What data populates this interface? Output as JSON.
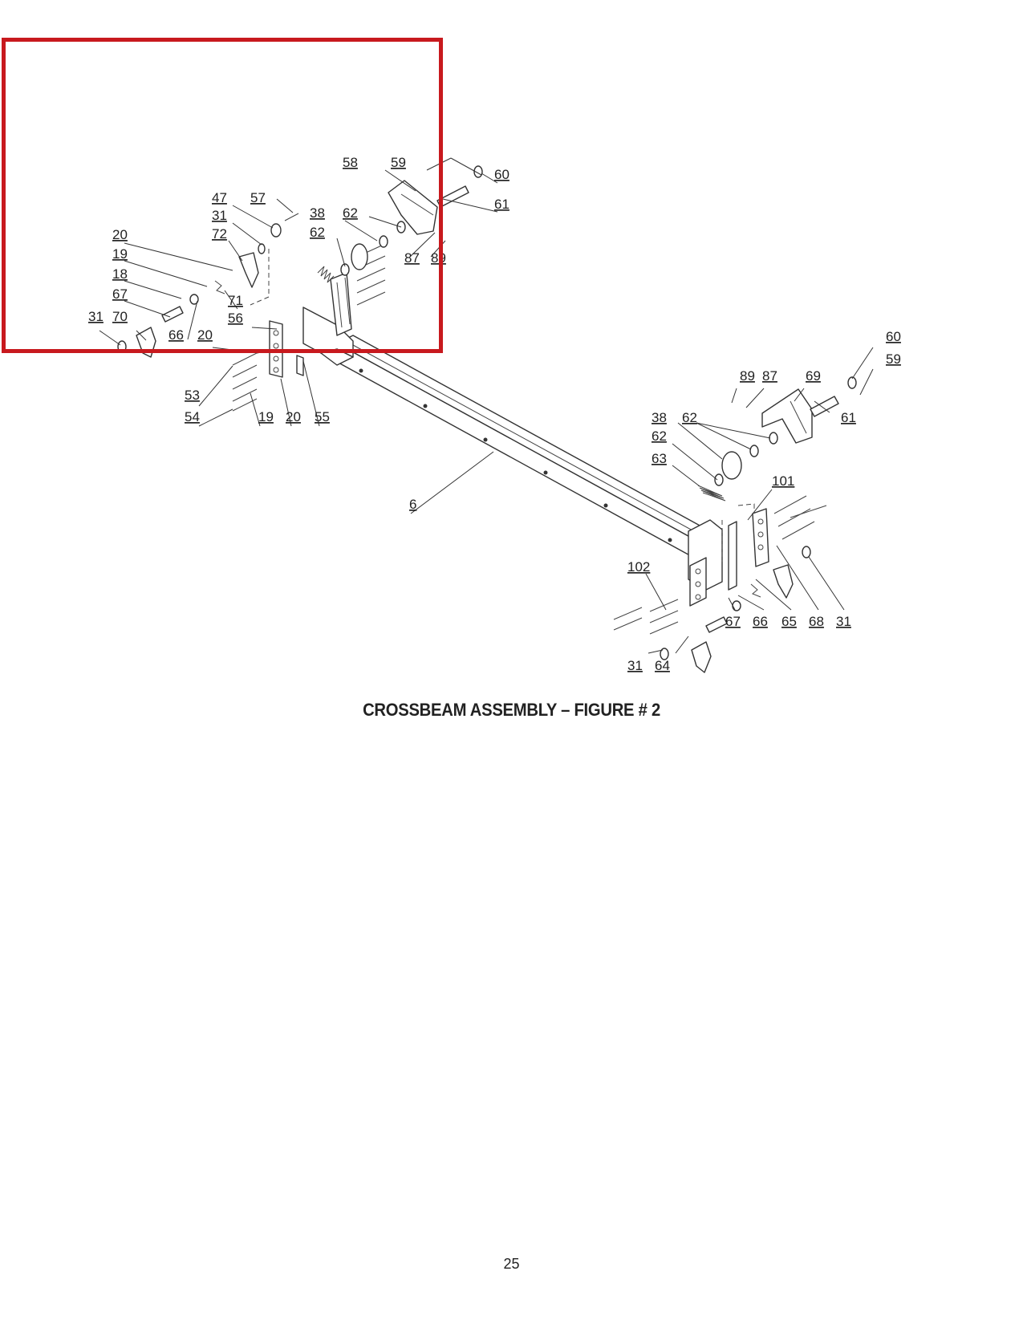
{
  "figure": {
    "title": "CROSSBEAM ASSEMBLY – FIGURE # 2",
    "page_number": "25"
  },
  "highlight": {
    "color": "#c8191e"
  },
  "callouts": [
    {
      "id": "c-58",
      "label": "58"
    },
    {
      "id": "c-59a",
      "label": "59"
    },
    {
      "id": "c-60a",
      "label": "60"
    },
    {
      "id": "c-61a",
      "label": "61"
    },
    {
      "id": "c-47",
      "label": "47"
    },
    {
      "id": "c-57",
      "label": "57"
    },
    {
      "id": "c-31a",
      "label": "31"
    },
    {
      "id": "c-38a",
      "label": "38"
    },
    {
      "id": "c-62a",
      "label": "62"
    },
    {
      "id": "c-62b",
      "label": "62"
    },
    {
      "id": "c-72",
      "label": "72"
    },
    {
      "id": "c-20a",
      "label": "20"
    },
    {
      "id": "c-19a",
      "label": "19"
    },
    {
      "id": "c-87a",
      "label": "87"
    },
    {
      "id": "c-89a",
      "label": "89"
    },
    {
      "id": "c-18",
      "label": "18"
    },
    {
      "id": "c-71",
      "label": "71"
    },
    {
      "id": "c-67a",
      "label": "67"
    },
    {
      "id": "c-56",
      "label": "56"
    },
    {
      "id": "c-31b",
      "label": "31"
    },
    {
      "id": "c-70",
      "label": "70"
    },
    {
      "id": "c-66a",
      "label": "66"
    },
    {
      "id": "c-20b",
      "label": "20"
    },
    {
      "id": "c-53",
      "label": "53"
    },
    {
      "id": "c-54",
      "label": "54"
    },
    {
      "id": "c-19b",
      "label": "19"
    },
    {
      "id": "c-20c",
      "label": "20"
    },
    {
      "id": "c-55",
      "label": "55"
    },
    {
      "id": "c-6",
      "label": "6"
    },
    {
      "id": "c-60b",
      "label": "60"
    },
    {
      "id": "c-59b",
      "label": "59"
    },
    {
      "id": "c-89b",
      "label": "89"
    },
    {
      "id": "c-87b",
      "label": "87"
    },
    {
      "id": "c-69",
      "label": "69"
    },
    {
      "id": "c-61b",
      "label": "61"
    },
    {
      "id": "c-38b",
      "label": "38"
    },
    {
      "id": "c-62c",
      "label": "62"
    },
    {
      "id": "c-62d",
      "label": "62"
    },
    {
      "id": "c-63",
      "label": "63"
    },
    {
      "id": "c-101",
      "label": "101"
    },
    {
      "id": "c-102",
      "label": "102"
    },
    {
      "id": "c-67b",
      "label": "67"
    },
    {
      "id": "c-66b",
      "label": "66"
    },
    {
      "id": "c-65",
      "label": "65"
    },
    {
      "id": "c-68",
      "label": "68"
    },
    {
      "id": "c-31c",
      "label": "31"
    },
    {
      "id": "c-31d",
      "label": "31"
    },
    {
      "id": "c-64",
      "label": "64"
    }
  ]
}
